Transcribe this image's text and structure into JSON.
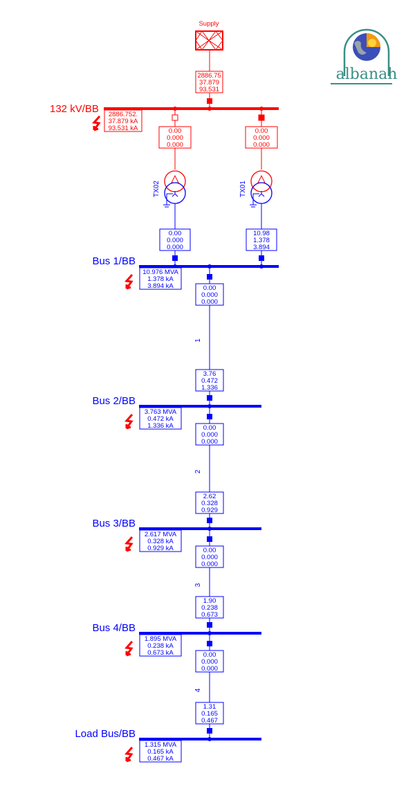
{
  "colors": {
    "hv": "#ff0000",
    "lv": "#0000ff",
    "logo": "#3a8f86"
  },
  "logo": {
    "text": "albanah"
  },
  "supply": {
    "label": "Supply",
    "flow": [
      "2886.75",
      "37.879",
      "93.531"
    ]
  },
  "hv_bus": {
    "label": "132 kV/BB",
    "fault": [
      "2886.752.",
      "37.879 kA",
      "93.531 kA"
    ]
  },
  "transformers": [
    {
      "name": "TX02",
      "hv_flow": [
        "0.00",
        "0.000",
        "0.000"
      ],
      "lv_flow": [
        "0.00",
        "0.000",
        "0.000"
      ],
      "breaker_closed": false
    },
    {
      "name": "TX01",
      "hv_flow": [
        "0.00",
        "0.000",
        "0.000"
      ],
      "lv_flow": [
        "10.98",
        "1.378",
        "3.894"
      ],
      "breaker_closed": true
    }
  ],
  "buses": [
    {
      "label": "Bus 1/BB",
      "fault": [
        "10.976 MVA",
        "1.378 kA",
        "3.894 kA"
      ]
    },
    {
      "label": "Bus 2/BB",
      "fault": [
        "3.763 MVA",
        "0.472 kA",
        "1.336 kA"
      ]
    },
    {
      "label": "Bus 3/BB",
      "fault": [
        "2.617 MVA",
        "0.328 kA",
        "0.929 kA"
      ]
    },
    {
      "label": "Bus 4/BB",
      "fault": [
        "1.895 MVA",
        "0.238 kA",
        "0.673 kA"
      ]
    },
    {
      "label": "Load Bus/BB",
      "fault": [
        "1.315 MVA",
        "0.165 kA",
        "0.467 kA"
      ]
    }
  ],
  "lines": [
    {
      "name": "1",
      "from_flow": [
        "0.00",
        "0.000",
        "0.000"
      ],
      "to_flow": [
        "3.76",
        "0.472",
        "1.336"
      ]
    },
    {
      "name": "2",
      "from_flow": [
        "0.00",
        "0.000",
        "0.000"
      ],
      "to_flow": [
        "2.62",
        "0.328",
        "0.929"
      ]
    },
    {
      "name": "3",
      "from_flow": [
        "0.00",
        "0.000",
        "0.000"
      ],
      "to_flow": [
        "1.90",
        "0.238",
        "0.673"
      ]
    },
    {
      "name": "4",
      "from_flow": [
        "0.00",
        "0.000",
        "0.000"
      ],
      "to_flow": [
        "1.31",
        "0.165",
        "0.467"
      ]
    }
  ]
}
